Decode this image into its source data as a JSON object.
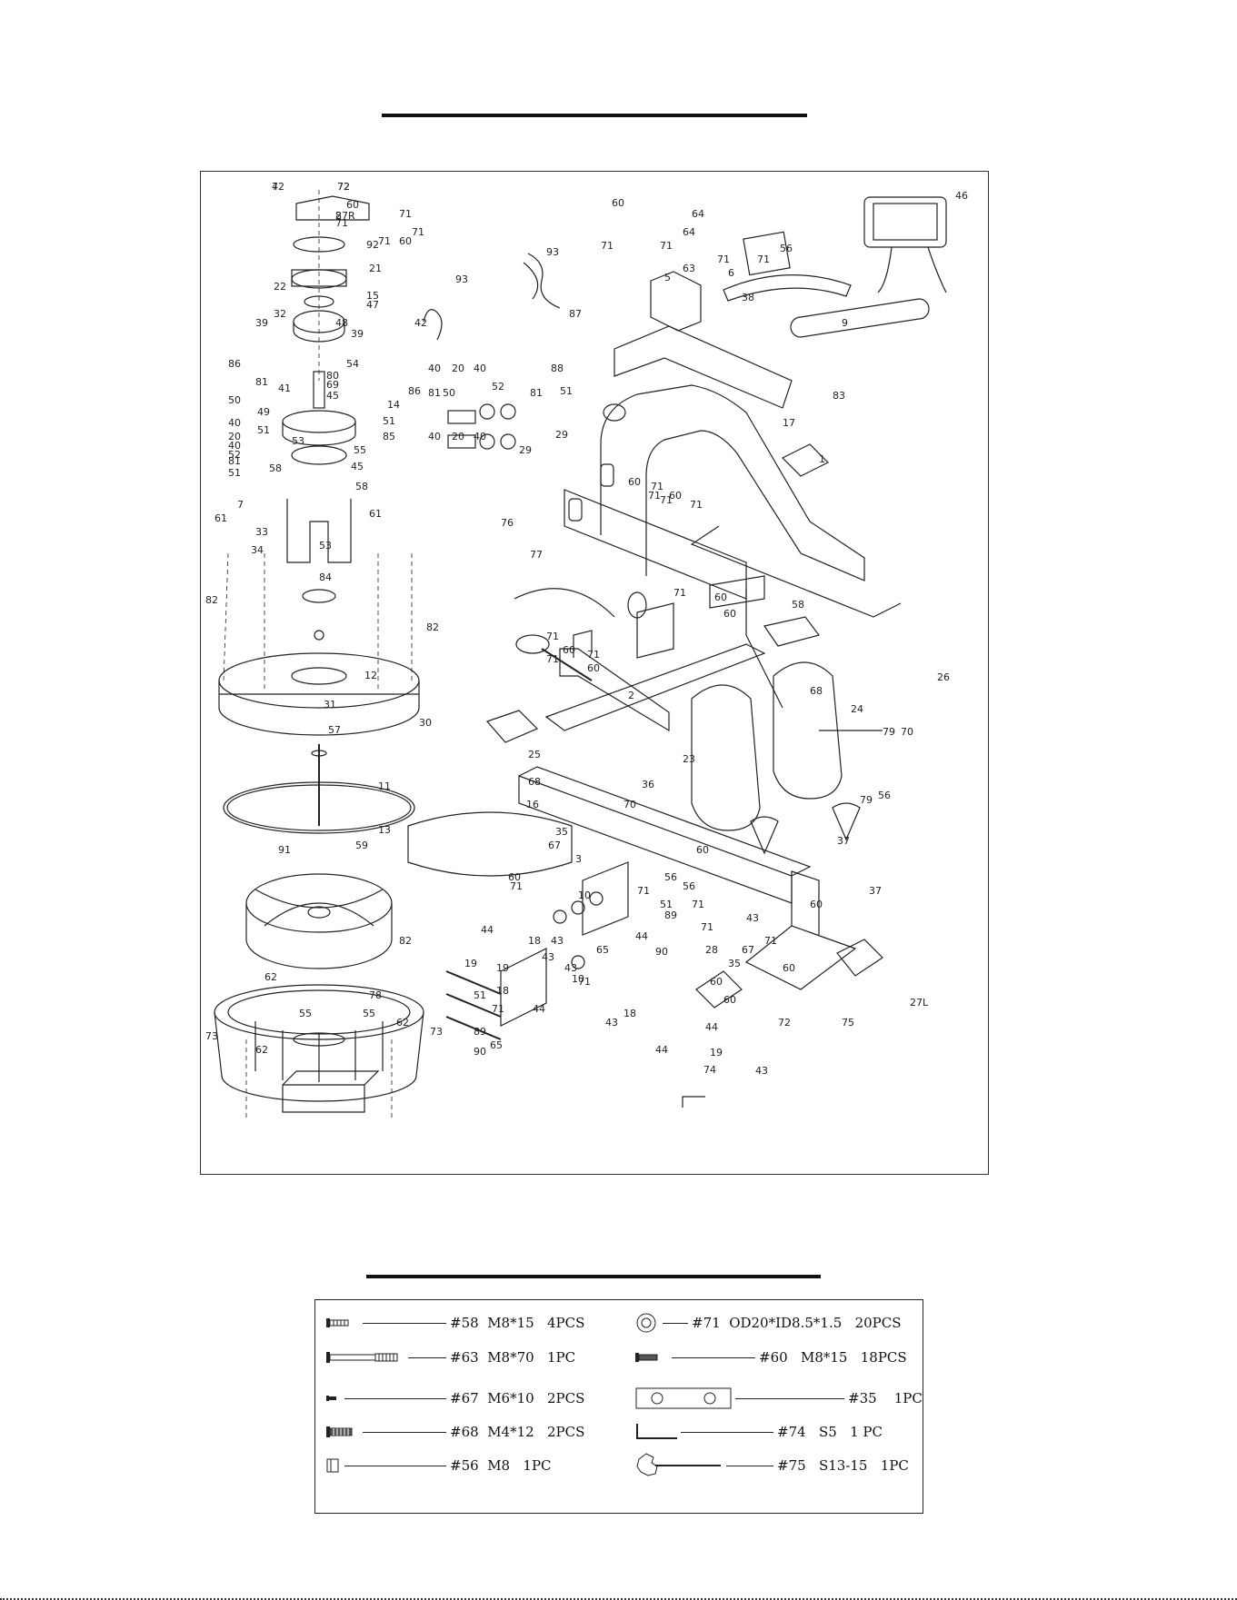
{
  "diagram": {
    "part_callouts": [
      "72",
      "72",
      "8",
      "60",
      "71",
      "71",
      "71",
      "71",
      "60",
      "92",
      "21",
      "22",
      "15",
      "47",
      "32",
      "48",
      "42",
      "39",
      "39",
      "86",
      "54",
      "80",
      "81",
      "69",
      "41",
      "45",
      "50",
      "14",
      "49",
      "51",
      "40",
      "51",
      "20",
      "53",
      "85",
      "40",
      "55",
      "52",
      "81",
      "51",
      "45",
      "58",
      "58",
      "7",
      "61",
      "61",
      "33",
      "53",
      "34",
      "84",
      "82",
      "82",
      "12",
      "31",
      "30",
      "57",
      "11",
      "91",
      "59",
      "13",
      "82",
      "62",
      "73",
      "78",
      "73",
      "55",
      "55",
      "62",
      "62",
      "93",
      "93",
      "60",
      "71",
      "71",
      "5",
      "64",
      "64",
      "63",
      "71",
      "6",
      "71",
      "56",
      "46",
      "38",
      "9",
      "87",
      "40",
      "20",
      "40",
      "88",
      "86",
      "81",
      "50",
      "52",
      "81",
      "51",
      "40",
      "20",
      "40",
      "29",
      "29",
      "83",
      "17",
      "1",
      "71",
      "60",
      "71",
      "71",
      "60",
      "71",
      "76",
      "77",
      "58",
      "71",
      "60",
      "60",
      "71",
      "71",
      "71",
      "60",
      "60",
      "2",
      "26",
      "68",
      "24",
      "70",
      "25",
      "68",
      "23",
      "79",
      "36",
      "60",
      "70",
      "79",
      "16",
      "71",
      "60",
      "35",
      "67",
      "3",
      "37",
      "56",
      "37",
      "10",
      "56",
      "71",
      "51",
      "56",
      "89",
      "18",
      "43",
      "44",
      "19",
      "43",
      "18",
      "43",
      "44",
      "44",
      "90",
      "71",
      "71",
      "60",
      "60",
      "28",
      "35",
      "67",
      "71",
      "60",
      "60",
      "44",
      "43",
      "19",
      "71",
      "10",
      "51",
      "89",
      "65",
      "71",
      "90",
      "65",
      "18",
      "43",
      "44",
      "19",
      "43",
      "74",
      "72",
      "75",
      "27L",
      "4",
      "72",
      "27R"
    ]
  },
  "hardware": [
    {
      "icon": "bolt-icon",
      "label": "#58  M8*15   4PCS"
    },
    {
      "icon": "washer-icon",
      "label": "#71  OD20*ID8.5*1.5   20PCS"
    },
    {
      "icon": "long-bolt-icon",
      "label": "#63  M8*70   1PC"
    },
    {
      "icon": "bolt-icon",
      "label": "#60   M8*15   18PCS"
    },
    {
      "icon": "small-screw-icon",
      "label": "#67  M6*10   2PCS"
    },
    {
      "icon": "plate-icon",
      "label": "#35    1PC"
    },
    {
      "icon": "screw-icon",
      "label": "#68  M4*12   2PCS"
    },
    {
      "icon": "allen-key-icon",
      "label": "#74   S5   1 PC"
    },
    {
      "icon": "nut-icon",
      "label": "#56  M8   1PC"
    },
    {
      "icon": "wrench-icon",
      "label": "#75   S13-15   1PC"
    }
  ]
}
